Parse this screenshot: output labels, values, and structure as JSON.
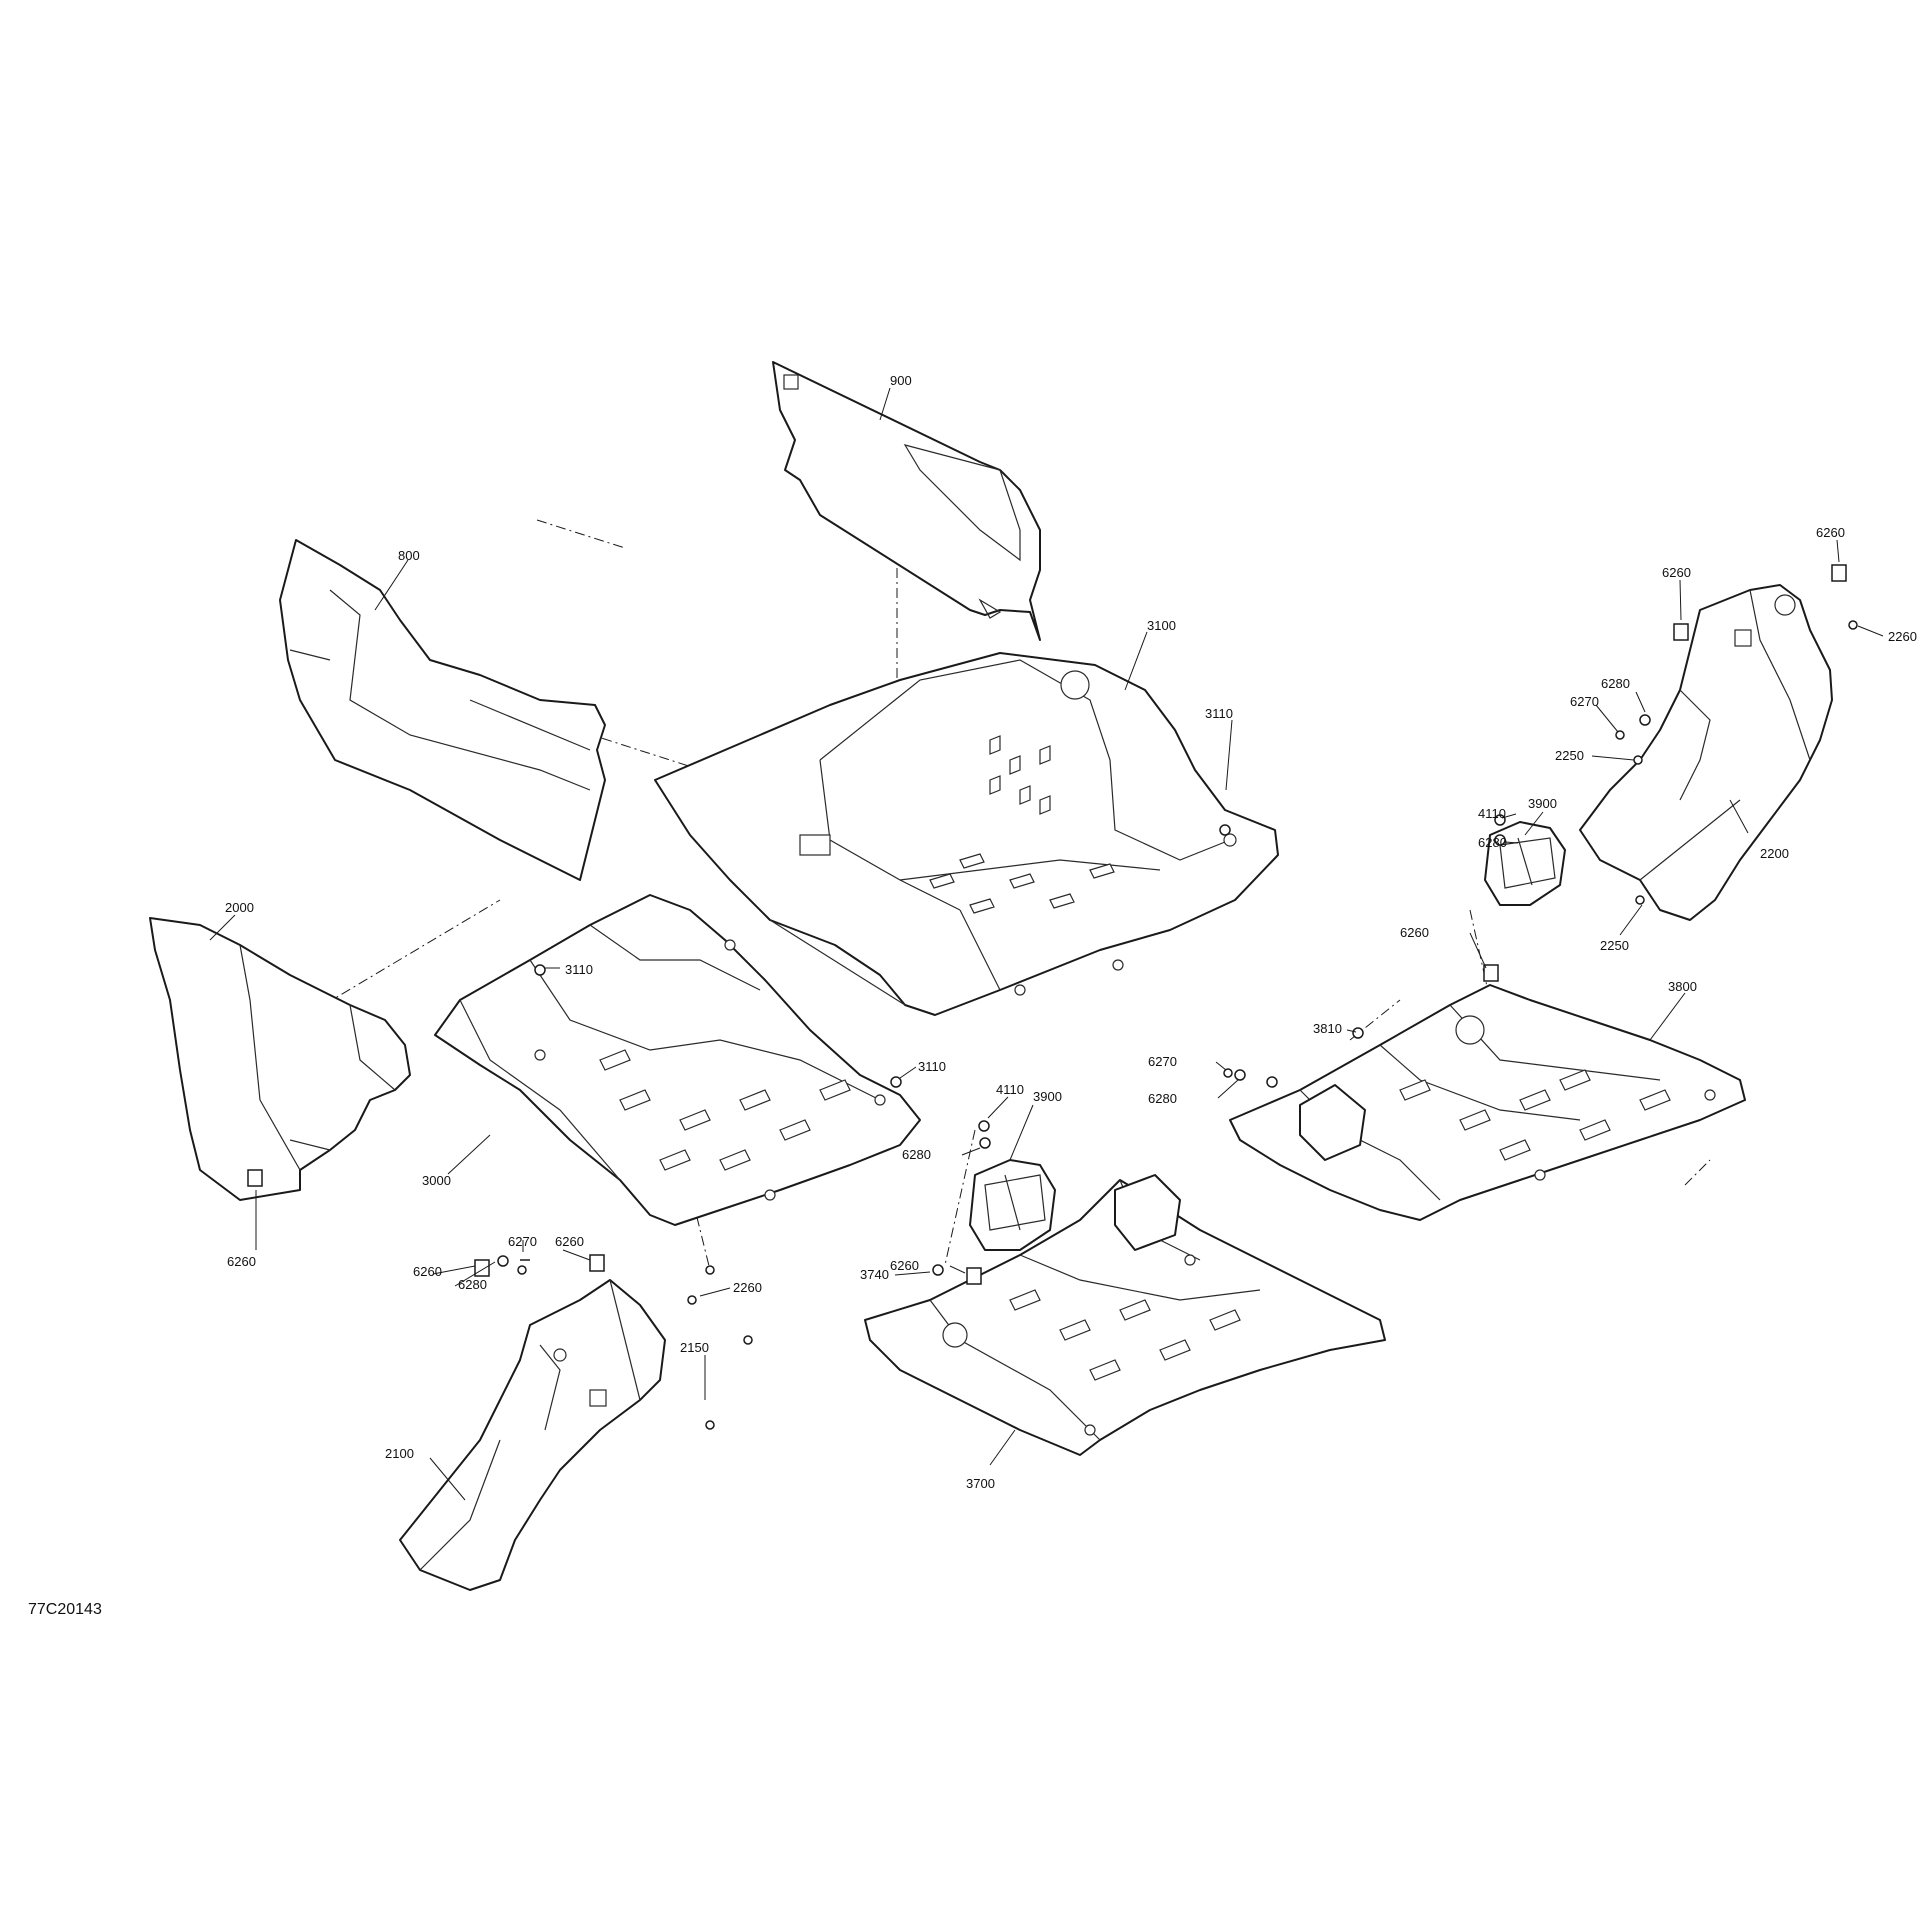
{
  "figure": {
    "ref_code": "77C20143"
  },
  "parts": [
    {
      "id": "p900",
      "label": "900"
    },
    {
      "id": "p800",
      "label": "800"
    },
    {
      "id": "p3100",
      "label": "3100"
    },
    {
      "id": "p3110a",
      "label": "3110"
    },
    {
      "id": "p3110b",
      "label": "3110"
    },
    {
      "id": "p3110c",
      "label": "3110"
    },
    {
      "id": "p2000",
      "label": "2000"
    },
    {
      "id": "p3000",
      "label": "3000"
    },
    {
      "id": "p6260a",
      "label": "6260"
    },
    {
      "id": "p6260b",
      "label": "6260"
    },
    {
      "id": "p6260c",
      "label": "6260"
    },
    {
      "id": "p6270a",
      "label": "6270"
    },
    {
      "id": "p6280a",
      "label": "6280"
    },
    {
      "id": "p2260a",
      "label": "2260"
    },
    {
      "id": "p2150",
      "label": "2150"
    },
    {
      "id": "p2100",
      "label": "2100"
    },
    {
      "id": "p4110a",
      "label": "4110"
    },
    {
      "id": "p3900a",
      "label": "3900"
    },
    {
      "id": "p6280b",
      "label": "6280"
    },
    {
      "id": "p6260d",
      "label": "6260"
    },
    {
      "id": "p3740",
      "label": "3740"
    },
    {
      "id": "p3700",
      "label": "3700"
    },
    {
      "id": "p3800",
      "label": "3800"
    },
    {
      "id": "p3810",
      "label": "3810"
    },
    {
      "id": "p6270b",
      "label": "6270"
    },
    {
      "id": "p6280c",
      "label": "6280"
    },
    {
      "id": "p4110b",
      "label": "4110"
    },
    {
      "id": "p3900b",
      "label": "3900"
    },
    {
      "id": "p6280d",
      "label": "6280"
    },
    {
      "id": "p6260e",
      "label": "6260"
    },
    {
      "id": "p6260f",
      "label": "6260"
    },
    {
      "id": "p6260g",
      "label": "6260"
    },
    {
      "id": "p2260b",
      "label": "2260"
    },
    {
      "id": "p6280e",
      "label": "6280"
    },
    {
      "id": "p6270c",
      "label": "6270"
    },
    {
      "id": "p2250a",
      "label": "2250"
    },
    {
      "id": "p2200",
      "label": "2200"
    },
    {
      "id": "p2250b",
      "label": "2250"
    }
  ]
}
